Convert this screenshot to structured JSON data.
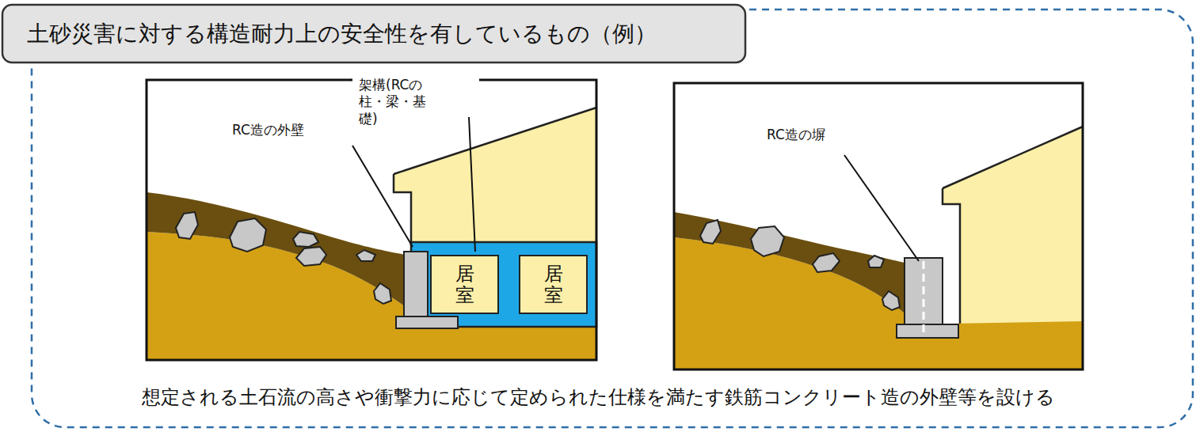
{
  "diagram": {
    "title": "土砂災害に対する構造耐力上の安全性を有しているもの（例）",
    "caption": "想定される土石流の高さや衝撃力に応じて定められた仕様を満たす鉄筋コンクリート造の外壁等を設ける",
    "nodes": [
      {
        "text": [
          "居室"
        ]
      },
      {
        "text": [
          "居室"
        ]
      }
    ],
    "edges": [],
    "labels": [
      "架構(RCの 柱・梁・基礎)",
      "RC造の外壁",
      "RC造の塀"
    ]
  }
}
